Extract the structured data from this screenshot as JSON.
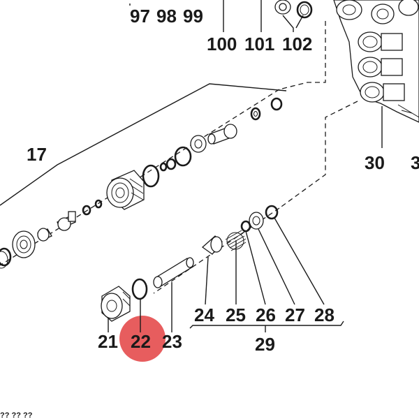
{
  "diagram": {
    "highlight_color": "#e2393b",
    "highlighted_part": "22",
    "callouts": {
      "p97": "97",
      "p98": "98",
      "p99": "99",
      "p100": "100",
      "p101": "101",
      "p102": "102",
      "p17": "17",
      "p30": "30",
      "p3x": "3",
      "p21": "21",
      "p22": "22",
      "p23": "23",
      "p24": "24",
      "p25": "25",
      "p26": "26",
      "p27": "27",
      "p28": "28",
      "p29": "29"
    },
    "footer_text": "?? ?? ??"
  }
}
